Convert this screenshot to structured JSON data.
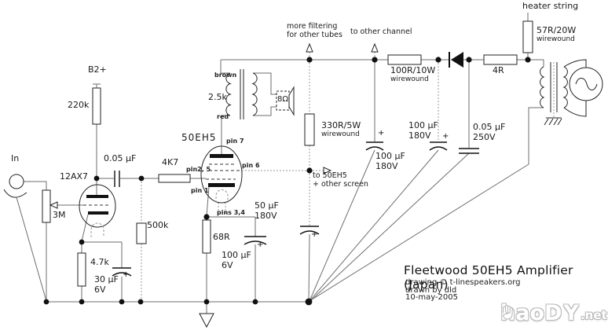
{
  "labels": {
    "b2": "B2+",
    "r220k": "220k",
    "input": "In",
    "pot": "3M",
    "tube1": "12AX7",
    "c_coupling": "0.05 µF",
    "r4k7": "4K7",
    "r500k": "500k",
    "r47k": "4.7k",
    "c30": "30 µF\n6V",
    "tube2": "50EH5",
    "pin7": "pin 7",
    "pin6": "pin 6",
    "pin25": "pin2, 5",
    "pin1": "pin 1",
    "pins34": "pins 3,4",
    "r68": "68R",
    "c100_6v": "100 µF\n6V",
    "ot_z": "2.5k",
    "brown": "brown",
    "red": "red",
    "spk": "8Ω",
    "note_filter": "more filtering\nfor other tubes",
    "note_channel": "to other channel",
    "note_screen": "to 50EH5\n+ other screen",
    "r330": "330R/5W",
    "r330_sub": "wirewound",
    "c50": "50 µF\n180V",
    "c100_180_a": "100 µF\n180V",
    "r100": "100R/10W",
    "r100_sub": "wirewound",
    "c100_180_b": "100 µF\n180V",
    "c005_250": "0.05 µF\n250V",
    "r4": "4R",
    "heater": "heater string",
    "r57": "57R/20W",
    "r57_sub": "wirewound",
    "plus": "+"
  },
  "title_block": {
    "title": "Fleetwood 50EH5 Amplifier (Japan)",
    "credit1": "drawing © t-linespeakers.org",
    "credit2": "drawn by dld",
    "credit3": "10-may-2005"
  },
  "watermark": {
    "pre": "haoD",
    "post": "Y",
    "tld": ".net"
  }
}
